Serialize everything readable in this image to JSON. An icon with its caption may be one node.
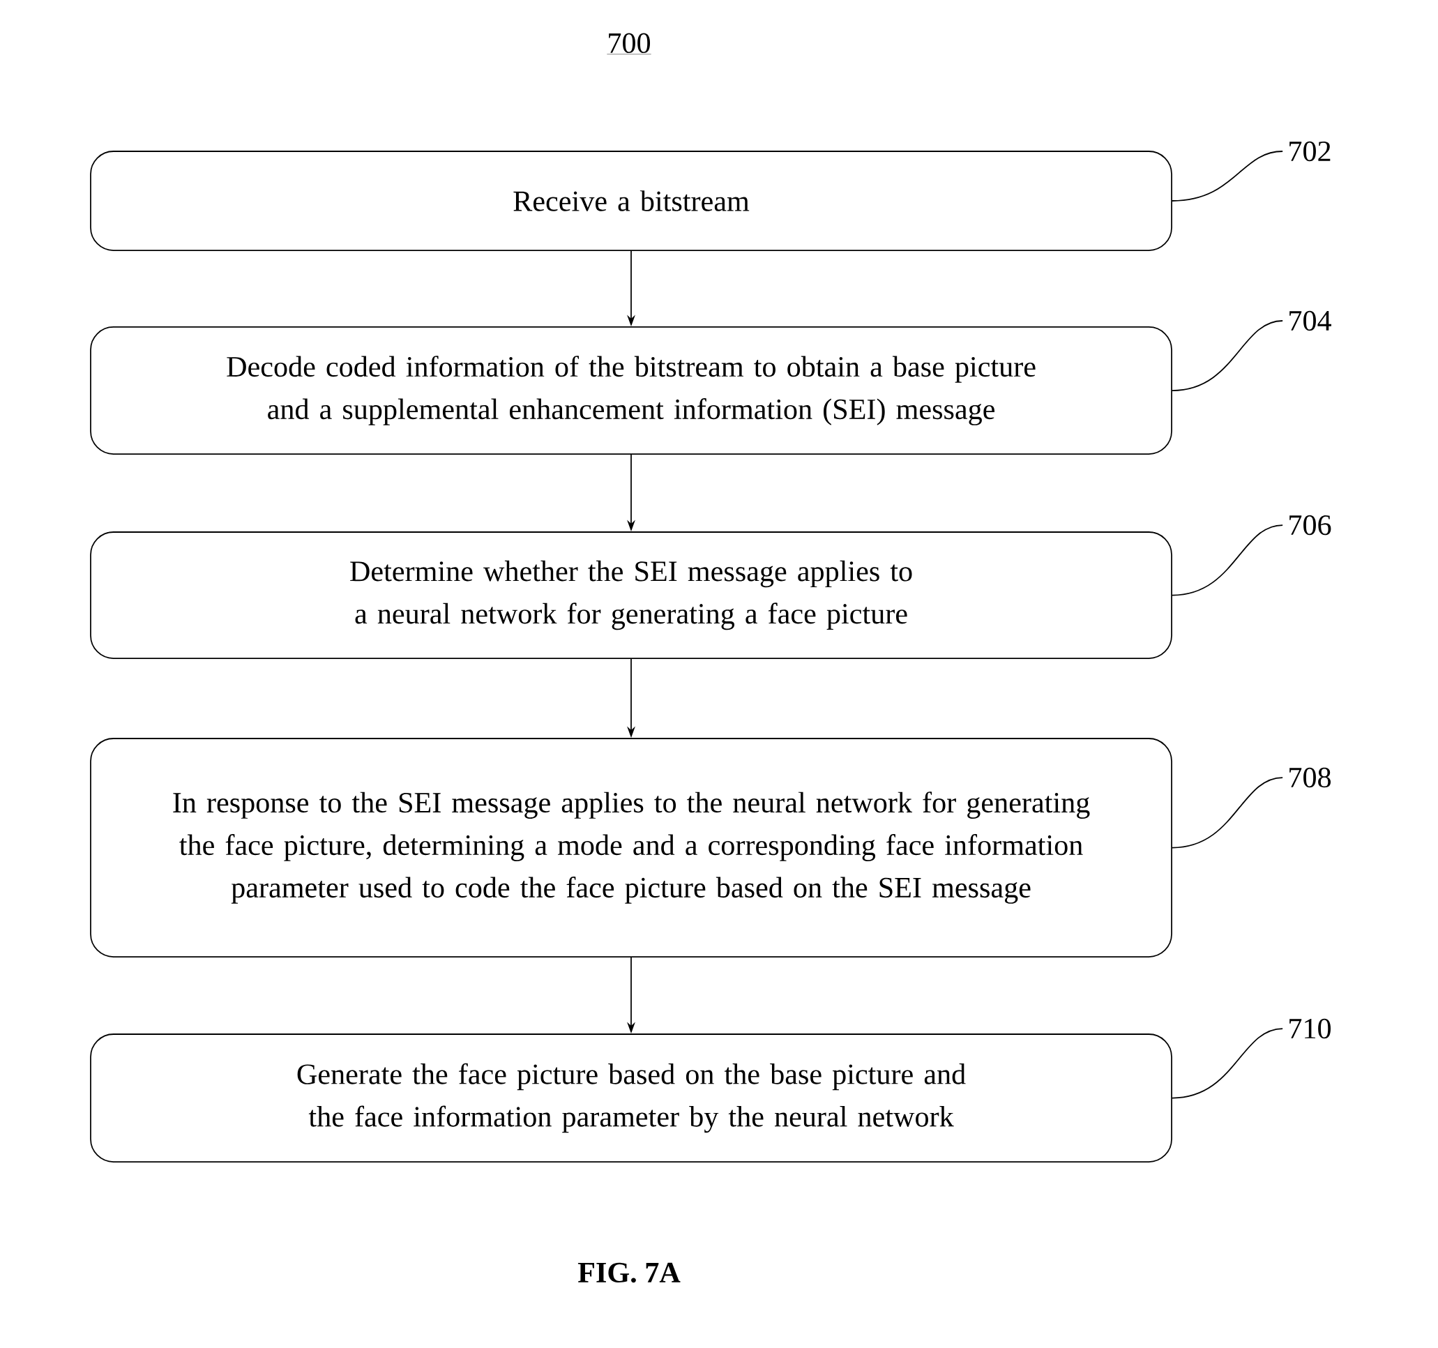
{
  "diagram": {
    "title": "700",
    "caption": "FIG. 7A",
    "nodes": [
      {
        "text": [
          "Receive a bitstream"
        ]
      },
      {
        "text": [
          "Decode coded information of the bitstream to obtain a base picture and a supplemental enhancement information (SEI) message"
        ]
      },
      {
        "text": [
          "Determine whether the SEI message applies to a neural network for generating a face picture"
        ]
      },
      {
        "text": [
          "In response to the SEI message applies to the neural network for generating the face picture, determining a mode and a corresponding face information parameter used to code the face picture based on the SEI message"
        ]
      },
      {
        "text": [
          "Generate the face picture based on the base picture and the face information parameter by the neural network"
        ]
      },
      {
        "text": [
          "702"
        ]
      },
      {
        "text": [
          "704"
        ]
      },
      {
        "text": [
          "706"
        ]
      },
      {
        "text": [
          "708"
        ]
      },
      {
        "text": [
          "710"
        ]
      }
    ],
    "edges": [
      {
        "from": 0,
        "to": 1,
        "arrow": "to"
      },
      {
        "from": 1,
        "to": 2,
        "arrow": "to"
      },
      {
        "from": 2,
        "to": 3,
        "arrow": "to"
      },
      {
        "from": 3,
        "to": 4,
        "arrow": "to"
      },
      {
        "from": 5,
        "to": 0,
        "arrow": "none"
      },
      {
        "from": 6,
        "to": 1,
        "arrow": "none"
      },
      {
        "from": 7,
        "to": 2,
        "arrow": "none"
      },
      {
        "from": 8,
        "to": 3,
        "arrow": "none"
      },
      {
        "from": 9,
        "to": 4,
        "arrow": "none"
      }
    ]
  }
}
